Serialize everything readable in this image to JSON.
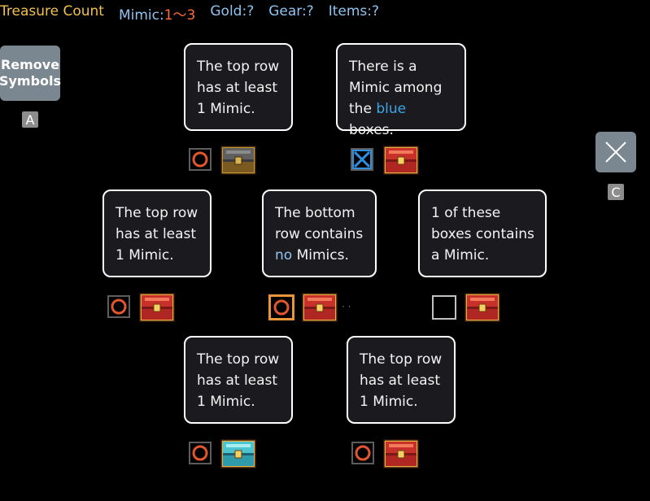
{
  "topbar": {
    "title": "Treasure Count",
    "mimic_label": "Mimic:",
    "mimic_value": "1〜3",
    "gold": "Gold:?",
    "gear": "Gear:?",
    "items": "Items:?"
  },
  "controls": {
    "remove_line1": "Remove",
    "remove_line2": "Symbols",
    "remove_key": "A",
    "close_key": "C"
  },
  "hints": [
    {
      "lines": [
        "The top row",
        "has at least",
        "1 Mimic."
      ]
    },
    {
      "line1": "There is a",
      "line2": "Mimic among",
      "line3_pre": "the ",
      "line3_hl": "blue",
      "line3_post": " boxes."
    },
    {
      "lines": [
        "The top row",
        "has at least",
        "1 Mimic."
      ]
    },
    {
      "line1": "The bottom",
      "line2": "row contains",
      "line3_hl": "no",
      "line3_post": " Mimics."
    },
    {
      "lines": [
        "1 of these",
        "boxes contains",
        "a Mimic."
      ]
    },
    {
      "lines": [
        "The top row",
        "has at least",
        "1 Mimic."
      ]
    },
    {
      "lines": [
        "The top row",
        "has at least",
        "1 Mimic."
      ]
    }
  ],
  "colors": {
    "circle": "#e4572e",
    "cross": "#2f8fe0",
    "chest_red": "#c8302a",
    "chest_blue": "#3ab0c0",
    "chest_gold": "#e8b040",
    "chest_gray": "#6f6f6f"
  },
  "boxes": [
    {
      "marker": "circle-icon",
      "chest": "gray-lid-chest-icon"
    },
    {
      "marker": "cross-icon",
      "chest": "red-chest-icon"
    },
    {
      "marker": "circle-icon",
      "chest": "red-chest-icon"
    },
    {
      "marker": "circle-icon",
      "chest": "red-chest-icon",
      "selected": true
    },
    {
      "marker": "empty",
      "chest": "red-chest-icon"
    },
    {
      "marker": "circle-icon",
      "chest": "blue-chest-icon"
    },
    {
      "marker": "circle-icon",
      "chest": "red-chest-icon"
    }
  ]
}
